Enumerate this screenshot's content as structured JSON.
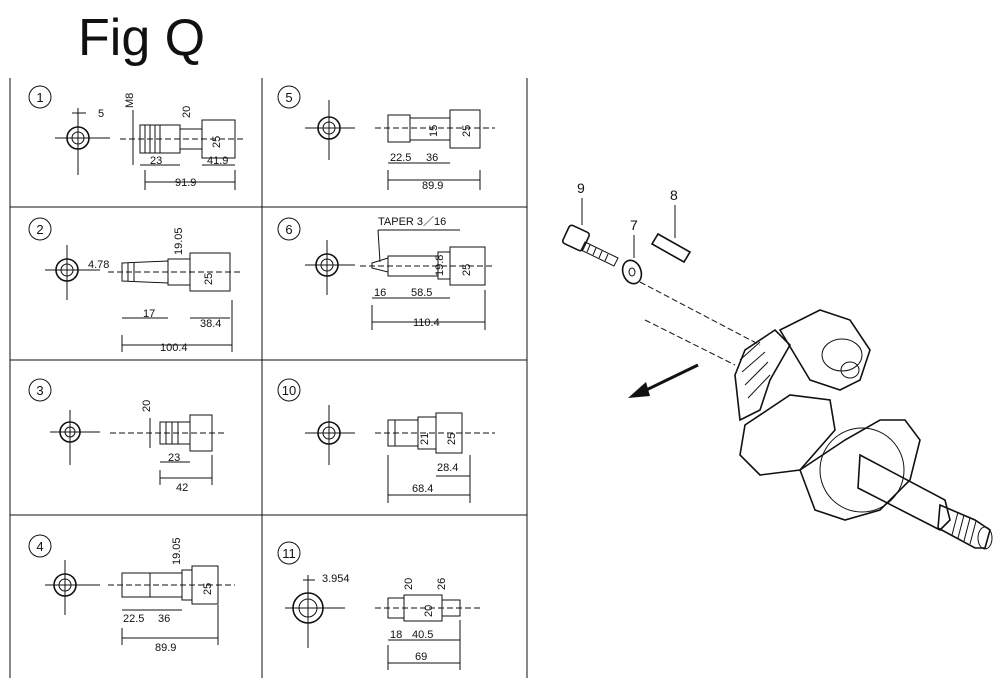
{
  "title": "Fig Q",
  "panels": [
    {
      "id": "1",
      "dims": [
        "5",
        "M8",
        "20",
        "25",
        "23",
        "41.9",
        "91.9"
      ]
    },
    {
      "id": "5",
      "dims": [
        "15",
        "25",
        "22.5",
        "36",
        "89.9"
      ]
    },
    {
      "id": "2",
      "dims": [
        "4.78",
        "19.05",
        "25",
        "17",
        "38.4",
        "100.4"
      ]
    },
    {
      "id": "6",
      "dims": [
        "TAPER 3／16",
        "19.8",
        "25",
        "16",
        "58.5",
        "110.4"
      ]
    },
    {
      "id": "3",
      "dims": [
        "20",
        "23",
        "42"
      ]
    },
    {
      "id": "10",
      "dims": [
        "21",
        "25",
        "28.4",
        "68.4"
      ]
    },
    {
      "id": "4",
      "dims": [
        "19.05",
        "25",
        "22.5",
        "36",
        "89.9"
      ]
    },
    {
      "id": "11",
      "dims": [
        "3.954",
        "20",
        "26",
        "20",
        "18",
        "40.5",
        "69"
      ]
    }
  ],
  "callouts": [
    "9",
    "7",
    "8"
  ]
}
